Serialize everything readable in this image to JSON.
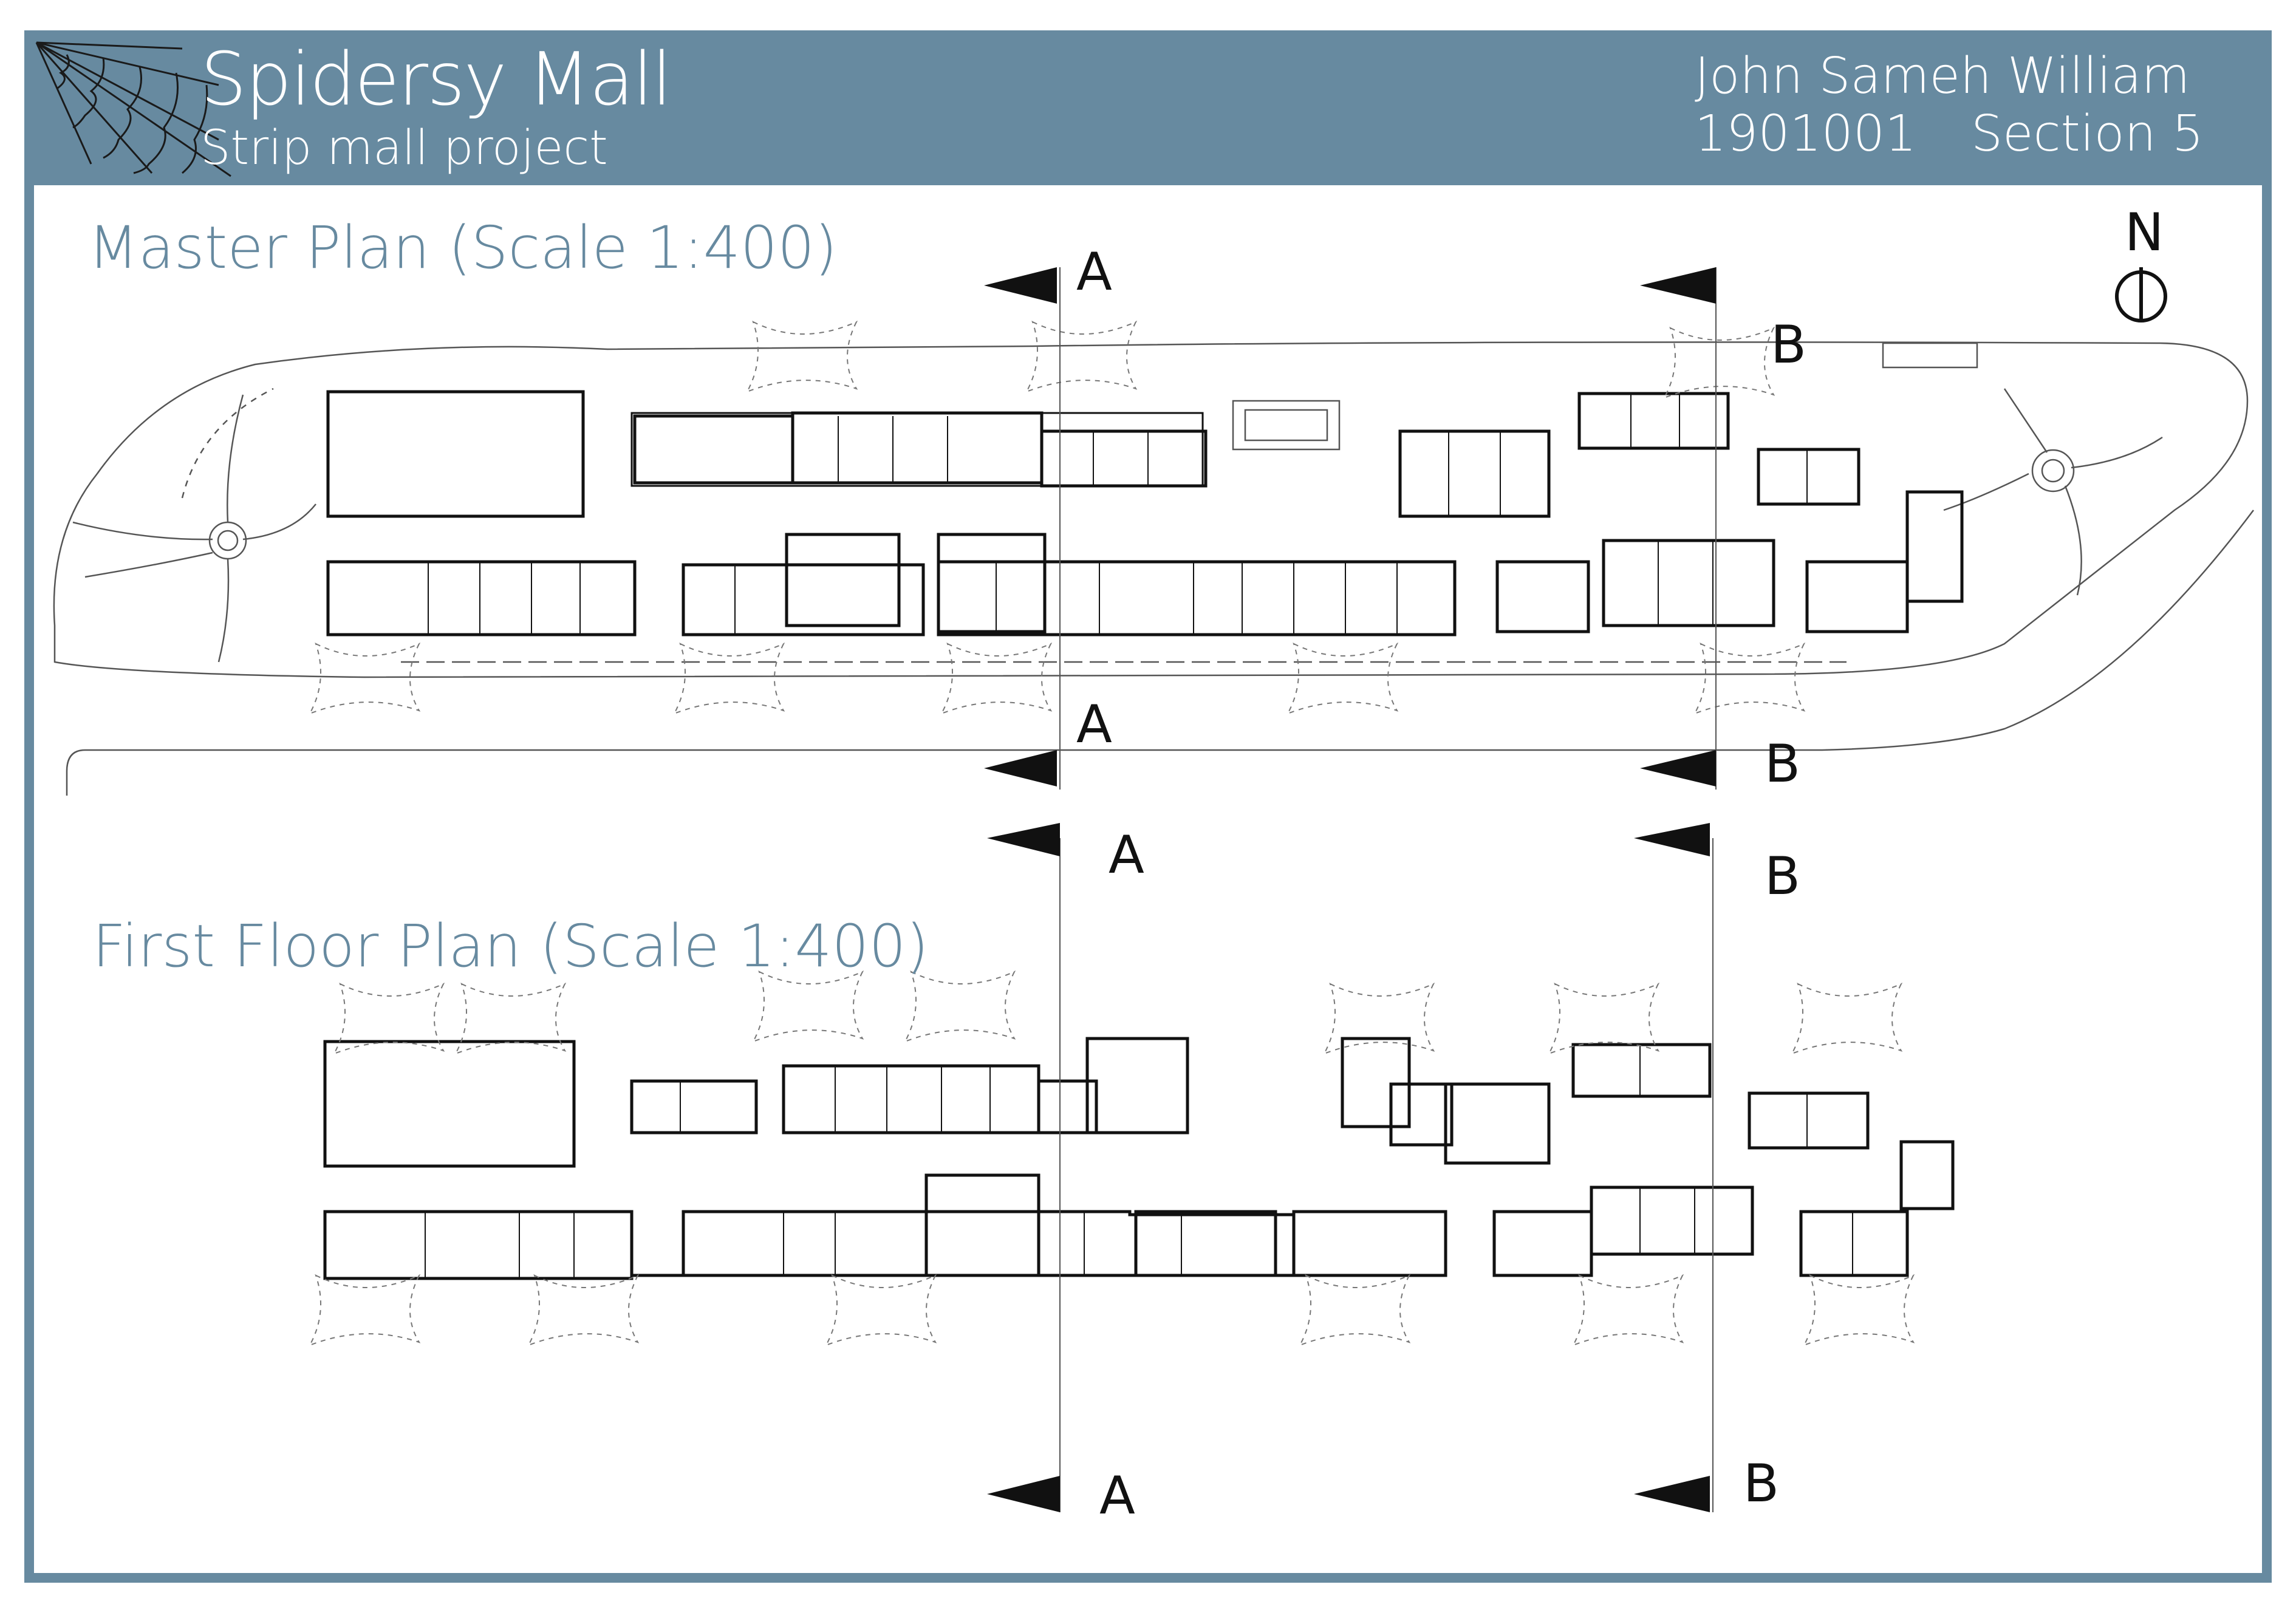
{
  "sheet": {
    "title": "Spidersy Mall",
    "subtitle": "Strip mall project",
    "author": "John Sameh William",
    "student_id": "1901001",
    "section": "Section 5",
    "accent_color": "#678aa0"
  },
  "plans": {
    "master_heading": "Master Plan (Scale 1:400)",
    "first_floor_heading": "First Floor Plan (Scale 1:400)"
  },
  "north_arrow": {
    "label": "N",
    "icon": "north-arrow-icon"
  },
  "section_markers": {
    "a": "A",
    "b": "B"
  }
}
